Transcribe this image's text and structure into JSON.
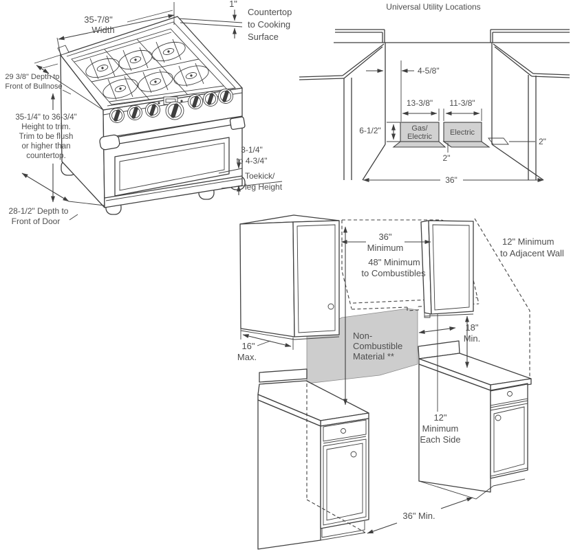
{
  "figures": {
    "range": {
      "width_dim": "35-7/8\"",
      "width_word": "Width",
      "one_inch": "1\"",
      "countertop_lines": [
        "Countertop",
        "to Cooking",
        "Surface"
      ],
      "bullnose_lines": [
        "29 3/8\" Depth to",
        "Front of Bullnose"
      ],
      "height_lines": [
        "35-1/4\" to 36-3/4\"",
        "Height to trim.",
        "Trim to be flush",
        "or higher than",
        "countertop."
      ],
      "toekick_dim_lines": [
        "3-1/4\"",
        "to 4-3/4\""
      ],
      "toekick_label_lines": [
        "Toekick/",
        "leg Height"
      ],
      "door_depth_lines": [
        "28-1/2\" Depth to",
        "Front of Door"
      ]
    },
    "utility": {
      "title": "Universal Utility Locations",
      "dim_4_5_8": "4-5/8\"",
      "dim_13_3_8": "13-3/8\"",
      "dim_11_3_8": "11-3/8\"",
      "dim_6_1_2": "6-1/2\"",
      "gas_box_lines": [
        "Gas/",
        "Electric"
      ],
      "electric_box_label": "Electric",
      "dim_2_bottom": "2\"",
      "dim_2_right": "2\"",
      "dim_36": "36\""
    },
    "install": {
      "dim_36_min_lines": [
        "36\"",
        "Minimum"
      ],
      "dim_48_lines": [
        "48\" Minimum",
        "to Combustibles"
      ],
      "dim_12_wall_lines": [
        "12\" Minimum",
        "to Adjacent Wall"
      ],
      "dim_16_lines": [
        "16\"",
        "Max."
      ],
      "noncombustible_lines": [
        "Non-",
        "Combustible",
        "Material **"
      ],
      "dim_18_lines": [
        "18\"",
        "Min."
      ],
      "dim_12_side_lines": [
        "12\"",
        "Minimum",
        "Each Side"
      ],
      "dim_36_bottom": "36\" Min."
    }
  },
  "colors": {
    "line": "#3f3f3f",
    "label_text": "#4d4d4d",
    "utility_box_fill": "#d1d1d1",
    "noncombustible_fill": "#cdcdcd",
    "background": "#ffffff"
  }
}
